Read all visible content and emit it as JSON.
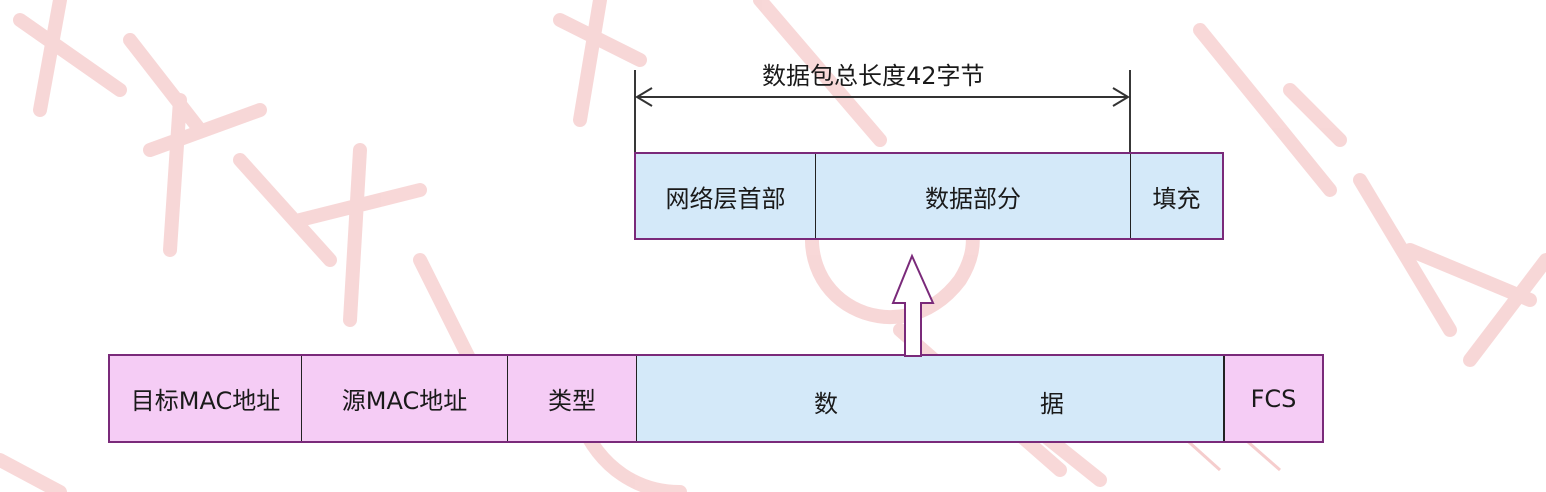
{
  "length_label": "数据包总长度42字节",
  "upper_row": {
    "network_header": "网络层首部",
    "data_part": "数据部分",
    "padding": "填充"
  },
  "frame": {
    "dest_mac": "目标MAC地址",
    "src_mac": "源MAC地址",
    "type": "类型",
    "data_char_1": "数",
    "data_char_2": "据",
    "fcs": "FCS"
  },
  "colors": {
    "pink": "#f5ccf5",
    "blue": "#d4e9f9",
    "border": "#7a2a7a",
    "watermark": "#e8a0a0"
  }
}
